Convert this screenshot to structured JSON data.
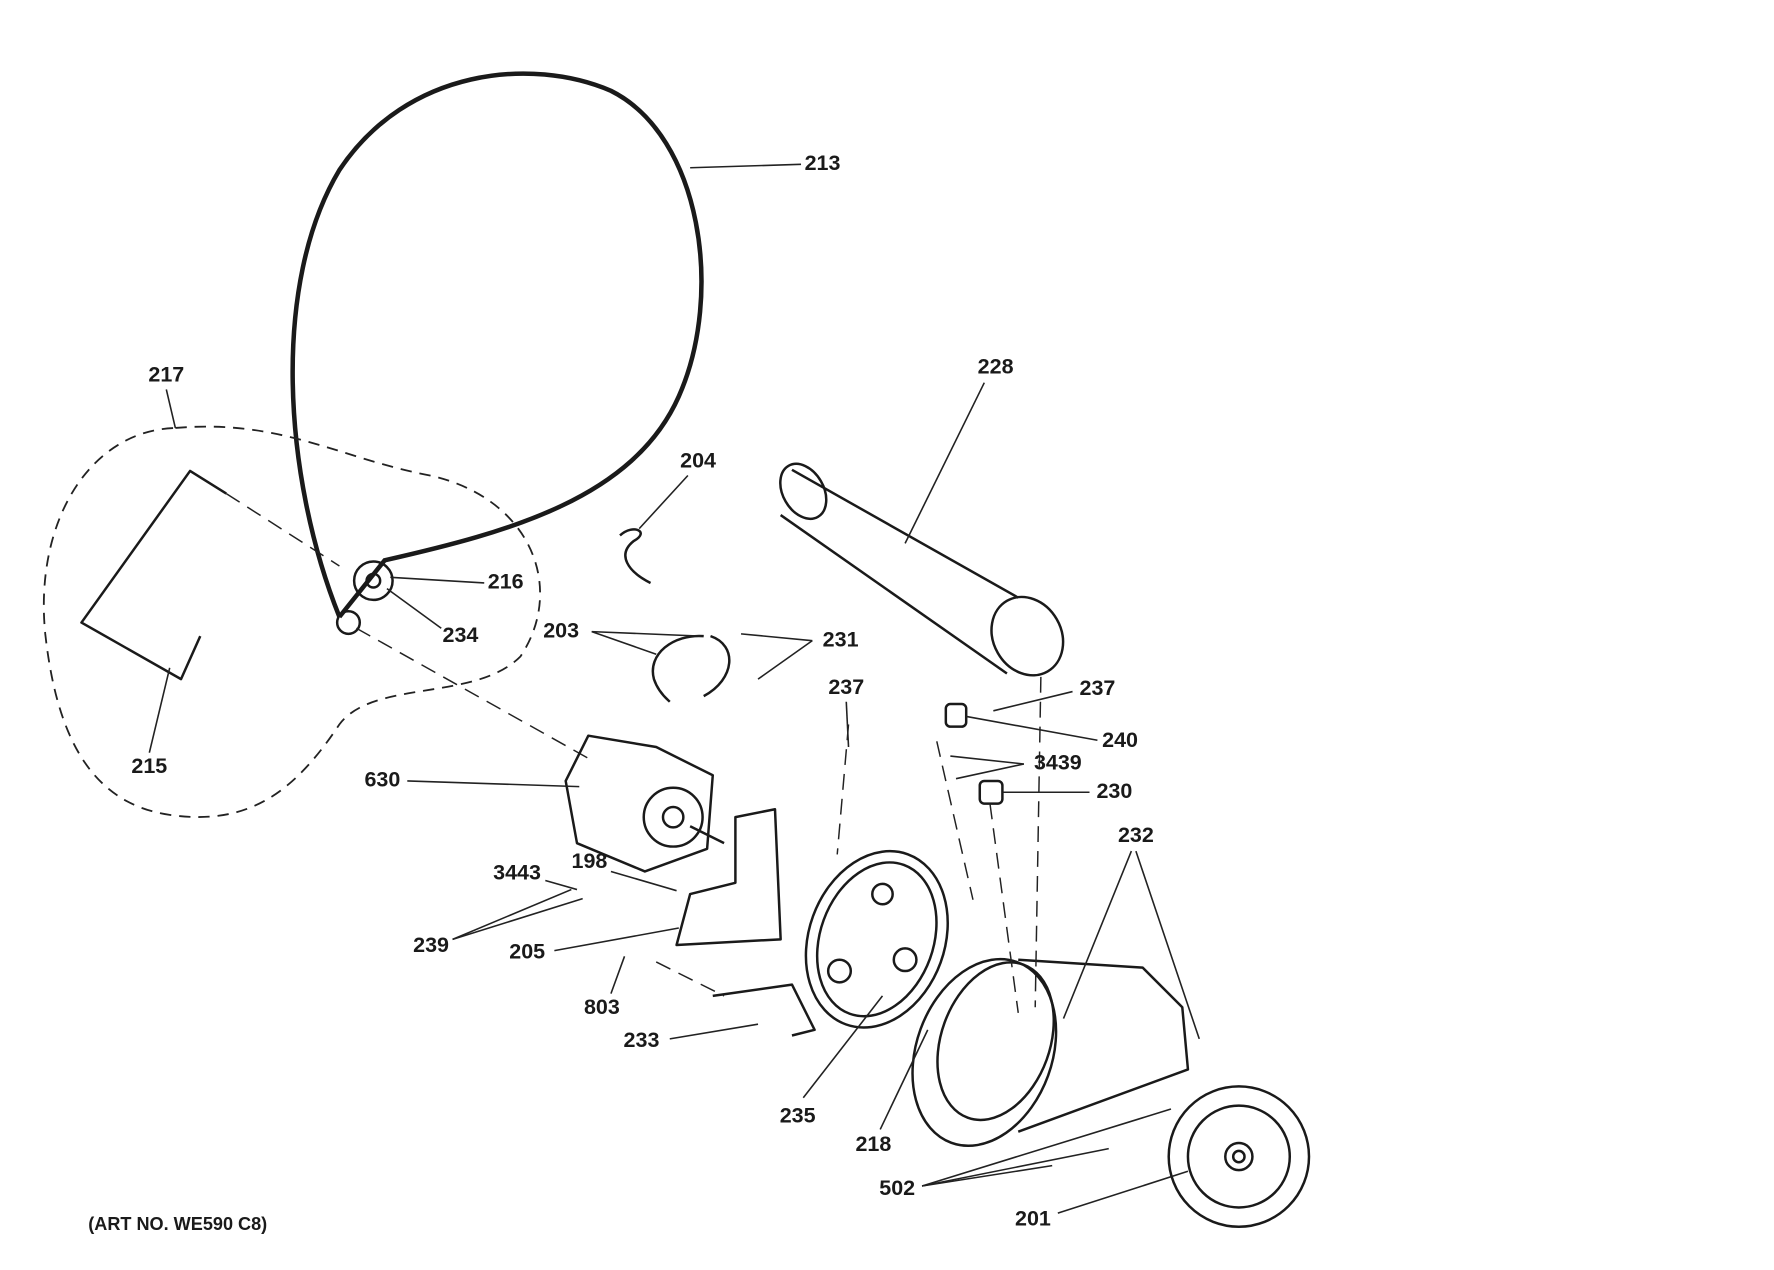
{
  "diagram": {
    "art_number": "(ART NO. WE590 C8)",
    "labels": {
      "p213": "213",
      "p228": "228",
      "p217": "217",
      "p204": "204",
      "p216": "216",
      "p234": "234",
      "p203": "203",
      "p231": "231",
      "p237a": "237",
      "p237b": "237",
      "p240": "240",
      "p3439": "3439",
      "p630": "630",
      "p215": "215",
      "p230": "230",
      "p232": "232",
      "p198": "198",
      "p3443": "3443",
      "p239": "239",
      "p205": "205",
      "p803": "803",
      "p233": "233",
      "p235": "235",
      "p218": "218",
      "p502": "502",
      "p201": "201"
    }
  }
}
